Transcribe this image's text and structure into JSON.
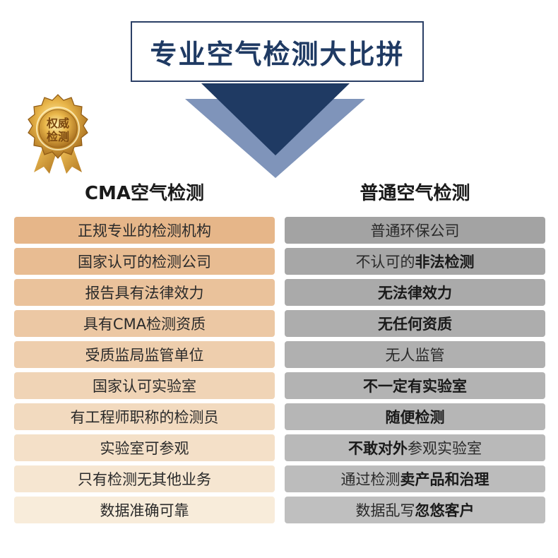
{
  "title": "专业空气检测大比拼",
  "badge": {
    "line1": "权威",
    "line2": "检测"
  },
  "left_header": "CMA空气检测",
  "right_header": "普通空气检测",
  "colors": {
    "left_rows": [
      "#e6b689",
      "#e8bc92",
      "#eac29b",
      "#ecc8a4",
      "#eecead",
      "#f0d4b6",
      "#f2dabf",
      "#f4e0c8",
      "#f6e6d1",
      "#f8ecda"
    ],
    "navy": "#1f3a63",
    "steel": "#7f94ba"
  },
  "left_rows": [
    "正规专业的检测机构",
    "国家认可的检测公司",
    "报告具有法律效力",
    "具有CMA检测资质",
    "受质监局监管单位",
    "国家认可实验室",
    "有工程师职称的检测员",
    "实验室可参观",
    "只有检测无其他业务",
    "数据准确可靠"
  ],
  "right_rows": [
    {
      "normal": "普通环保公司",
      "bold": "",
      "tail": ""
    },
    {
      "normal": "不认可的",
      "bold": "非法检测",
      "tail": ""
    },
    {
      "normal": "",
      "bold": "无法律效力",
      "tail": ""
    },
    {
      "normal": "",
      "bold": "无任何资质",
      "tail": ""
    },
    {
      "normal": "无人监管",
      "bold": "",
      "tail": ""
    },
    {
      "normal": "",
      "bold": "不一定有实验室",
      "tail": ""
    },
    {
      "normal": "",
      "bold": "随便检测",
      "tail": ""
    },
    {
      "normal": "",
      "bold": "不敢对外",
      "tail": "参观实验室"
    },
    {
      "normal": "通过检测",
      "bold": "卖产品和治理",
      "tail": ""
    },
    {
      "normal": "数据乱写",
      "bold": "忽悠客户",
      "tail": ""
    }
  ]
}
